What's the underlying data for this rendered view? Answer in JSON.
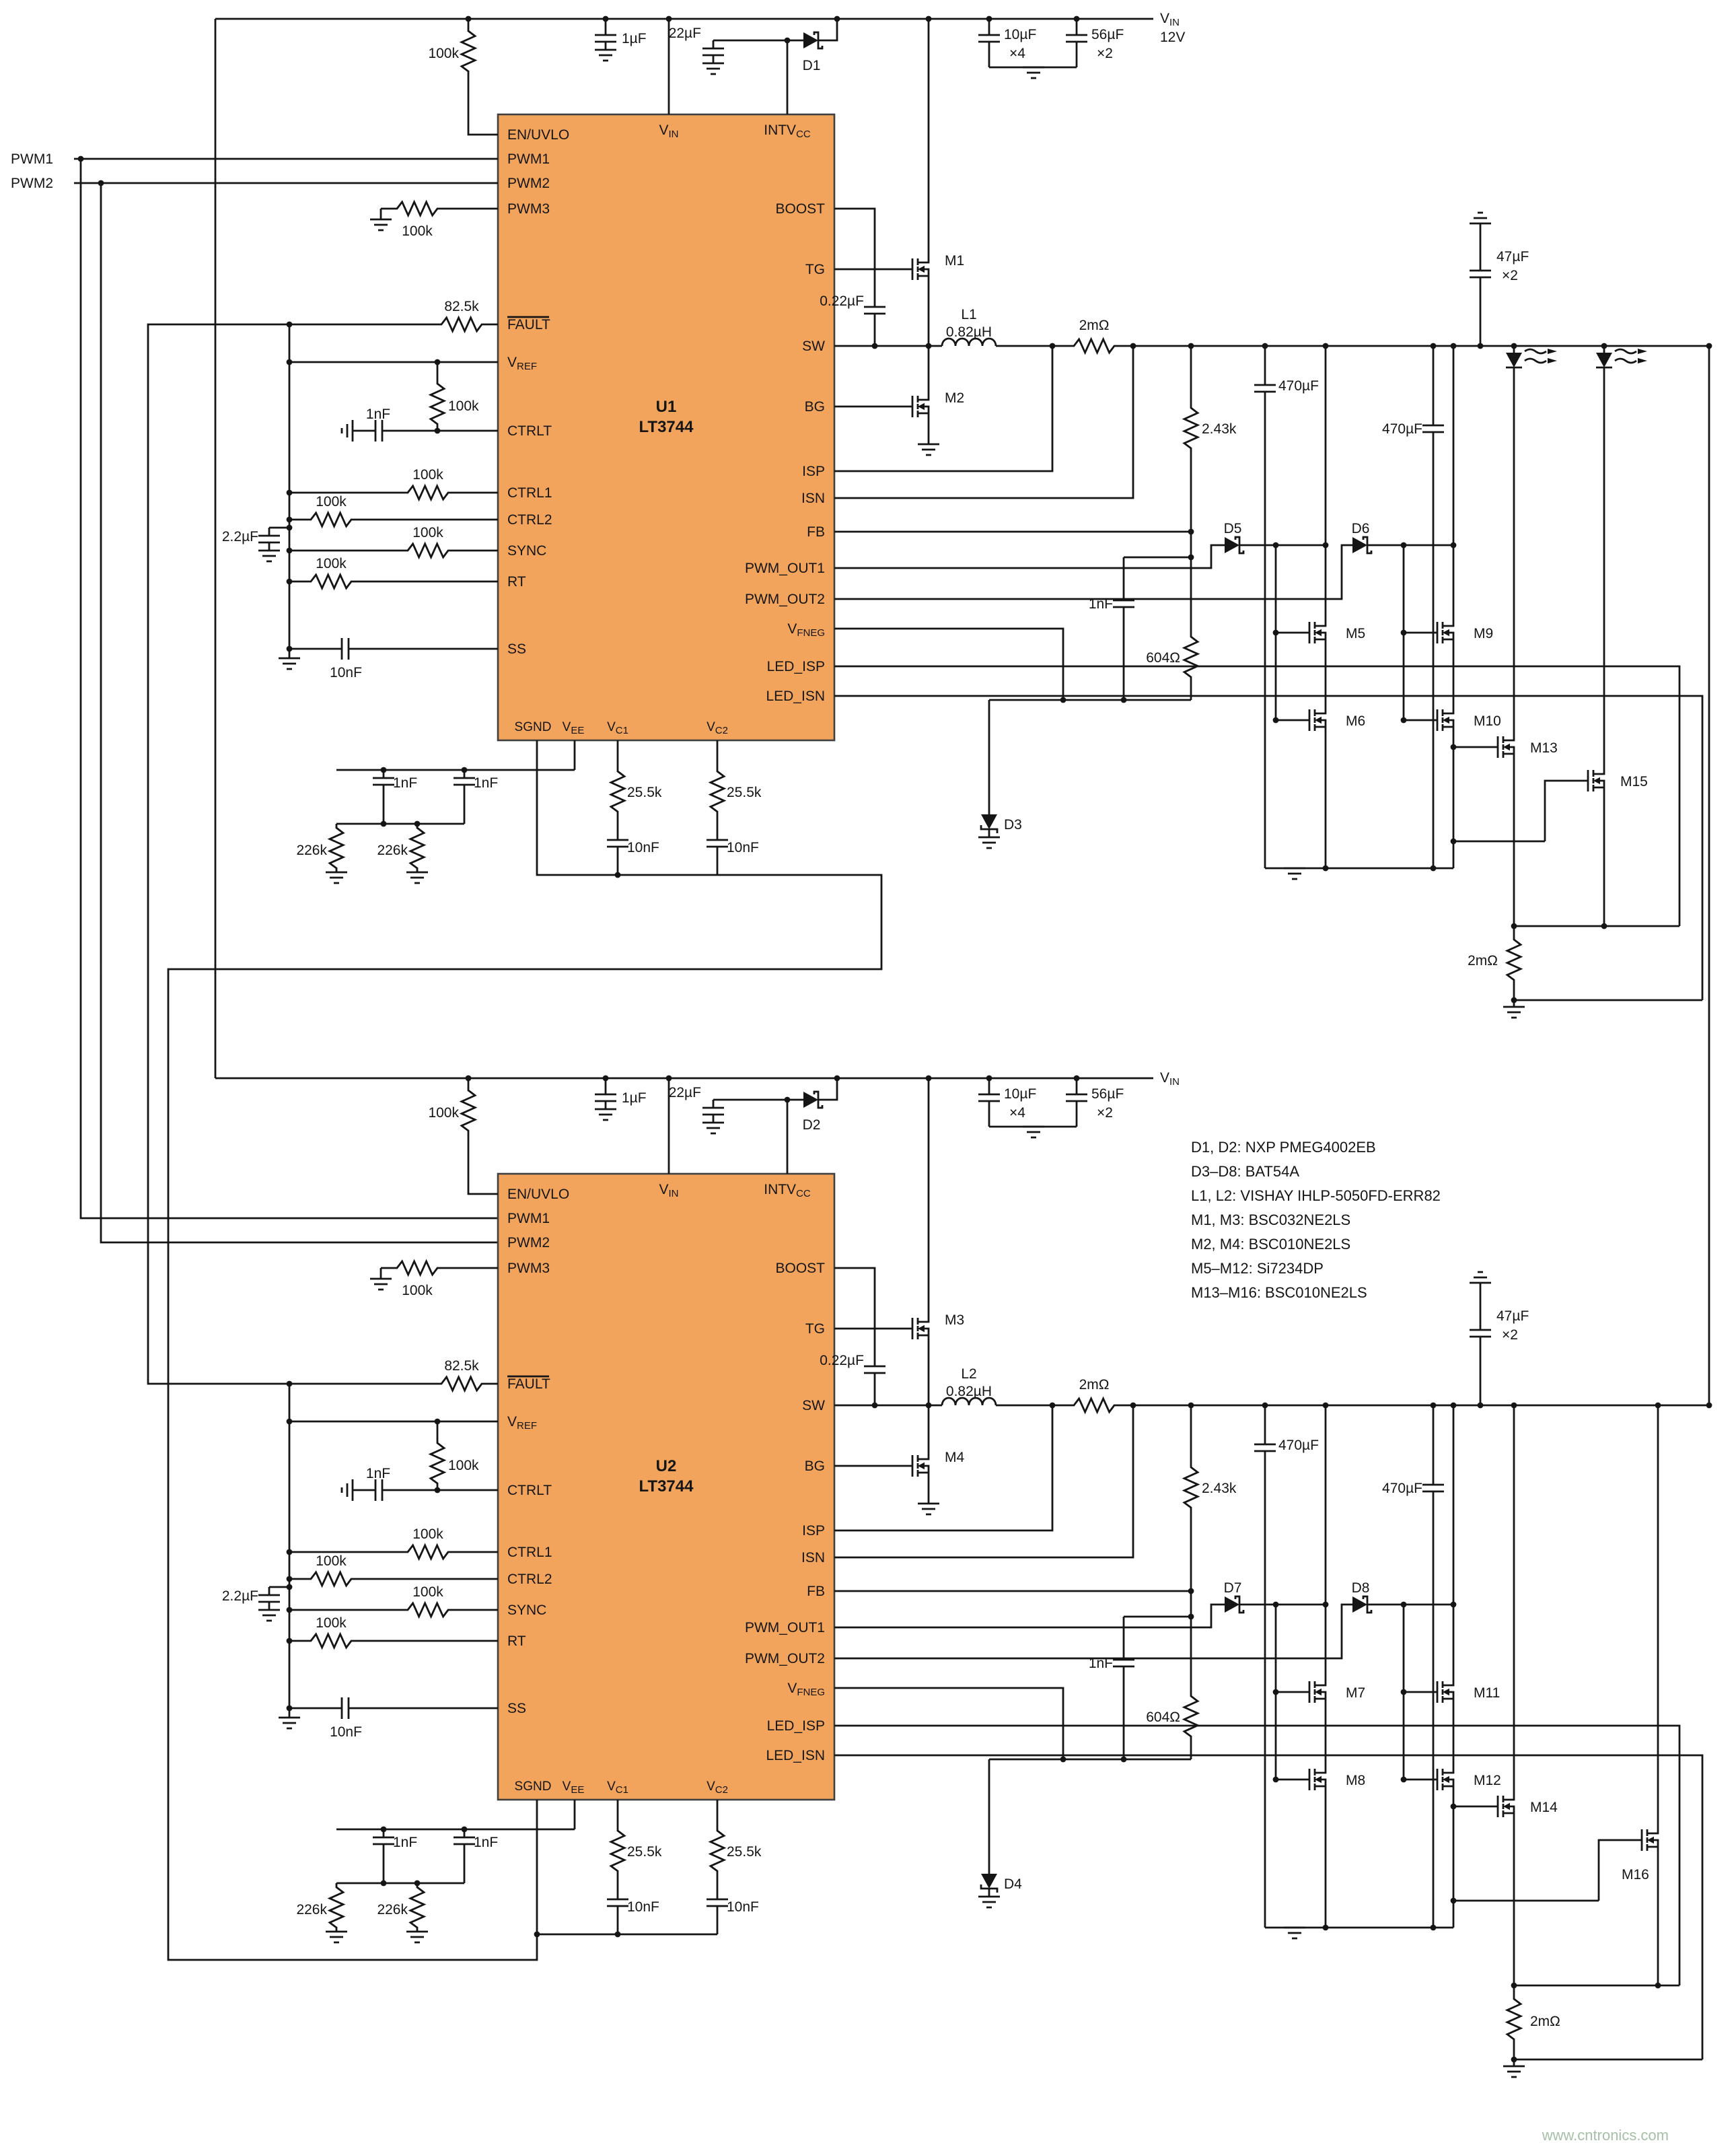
{
  "watermark": "www.cntronics.com",
  "inputs": {
    "pwm1": "PWM1",
    "pwm2": "PWM2"
  },
  "notes": [
    "D1, D2: NXP PMEG4002EB",
    "D3–D8: BAT54A",
    "L1, L2: VISHAY IHLP-5050FD-ERR82",
    "M1, M3: BSC032NE2LS",
    "M2, M4: BSC010NE2LS",
    "M5–M12: Si7234DP",
    "M13–M16: BSC010NE2LS"
  ],
  "circuit1": {
    "ref": "U1",
    "part": "LT3744",
    "pins": {
      "left": [
        {
          "m": "EN/UVLO"
        },
        {
          "m": "PWM1"
        },
        {
          "m": "PWM2"
        },
        {
          "m": "PWM3"
        },
        {
          "m": "FAULT"
        },
        {
          "m": "V",
          "s": "REF"
        },
        {
          "m": "CTRLT"
        },
        {
          "m": "CTRL1"
        },
        {
          "m": "CTRL2"
        },
        {
          "m": "SYNC"
        },
        {
          "m": "RT"
        },
        {
          "m": "SS"
        }
      ],
      "right": [
        {
          "m": "BOOST"
        },
        {
          "m": "TG"
        },
        {
          "m": "SW"
        },
        {
          "m": "BG"
        },
        {
          "m": "ISP"
        },
        {
          "m": "ISN"
        },
        {
          "m": "FB"
        },
        {
          "m": "PWM_OUT1"
        },
        {
          "m": "PWM_OUT2"
        },
        {
          "m": "V",
          "s": "FNEG"
        },
        {
          "m": "LED_ISP"
        },
        {
          "m": "LED_ISN"
        }
      ],
      "top": [
        {
          "m": "V",
          "s": "IN"
        },
        {
          "m": "INTV",
          "s": "CC"
        }
      ],
      "bottom": [
        {
          "m": "SGND"
        },
        {
          "m": "V",
          "s": "EE"
        },
        {
          "m": "V",
          "s": "C1"
        },
        {
          "m": "V",
          "s": "C2"
        }
      ]
    },
    "vin_label": {
      "m": "V",
      "s": "IN"
    },
    "vin_value": "12V",
    "r_pullup": "100k",
    "c_bypass": "1µF",
    "c_intvcc": "22µF",
    "d_rail": "D1",
    "c_in1": "10µF",
    "c_in1_qty": "×4",
    "c_in2": "56µF",
    "c_in2_qty": "×2",
    "r_pwm3": "100k",
    "r_fault": "82.5k",
    "c_ctrlt": "1nF",
    "r_ctrlt": "100k",
    "r_ctrl1": "100k",
    "r_ctrl2": "100k",
    "c_ctrl": "2.2µF",
    "r_sync": "100k",
    "r_rt": "100k",
    "c_ss": "10nF",
    "m_hs": "M1",
    "c_boost": "0.22µF",
    "l_ref": "L1",
    "l_val": "0.82µH",
    "r_sense": "2mΩ",
    "m_ls": "M2",
    "r_fb1": "2.43k",
    "r_fb2": "604Ω",
    "c_fb": "1nF",
    "c_out1": "470µF",
    "c_out2": "470µF",
    "c_out3": "47µF",
    "c_out3_qty": "×2",
    "d_a": "D5",
    "d_b": "D6",
    "m_a1": "M5",
    "m_a2": "M6",
    "m_b1": "M9",
    "m_b2": "M10",
    "m_dim1": "M13",
    "m_dim2": "M15",
    "d_neg": "D3",
    "r_vc1": "25.5k",
    "c_vc1": "10nF",
    "r_vc2": "25.5k",
    "c_vc2": "10nF",
    "c_vee1": "1nF",
    "c_vee2": "1nF",
    "r_vee1": "226k",
    "r_vee2": "226k",
    "r_led": "2mΩ"
  },
  "circuit2": {
    "ref": "U2",
    "part": "LT3744",
    "pins": {
      "left": [
        {
          "m": "EN/UVLO"
        },
        {
          "m": "PWM1"
        },
        {
          "m": "PWM2"
        },
        {
          "m": "PWM3"
        },
        {
          "m": "FAULT"
        },
        {
          "m": "V",
          "s": "REF"
        },
        {
          "m": "CTRLT"
        },
        {
          "m": "CTRL1"
        },
        {
          "m": "CTRL2"
        },
        {
          "m": "SYNC"
        },
        {
          "m": "RT"
        },
        {
          "m": "SS"
        }
      ],
      "right": [
        {
          "m": "BOOST"
        },
        {
          "m": "TG"
        },
        {
          "m": "SW"
        },
        {
          "m": "BG"
        },
        {
          "m": "ISP"
        },
        {
          "m": "ISN"
        },
        {
          "m": "FB"
        },
        {
          "m": "PWM_OUT1"
        },
        {
          "m": "PWM_OUT2"
        },
        {
          "m": "V",
          "s": "FNEG"
        },
        {
          "m": "LED_ISP"
        },
        {
          "m": "LED_ISN"
        }
      ],
      "top": [
        {
          "m": "V",
          "s": "IN"
        },
        {
          "m": "INTV",
          "s": "CC"
        }
      ],
      "bottom": [
        {
          "m": "SGND"
        },
        {
          "m": "V",
          "s": "EE"
        },
        {
          "m": "V",
          "s": "C1"
        },
        {
          "m": "V",
          "s": "C2"
        }
      ]
    },
    "vin_label": {
      "m": "V",
      "s": "IN"
    },
    "r_pullup": "100k",
    "c_bypass": "1µF",
    "c_intvcc": "22µF",
    "d_rail": "D2",
    "c_in1": "10µF",
    "c_in1_qty": "×4",
    "c_in2": "56µF",
    "c_in2_qty": "×2",
    "r_pwm3": "100k",
    "r_fault": "82.5k",
    "c_ctrlt": "1nF",
    "r_ctrlt": "100k",
    "r_ctrl1": "100k",
    "r_ctrl2": "100k",
    "c_ctrl": "2.2µF",
    "r_sync": "100k",
    "r_rt": "100k",
    "c_ss": "10nF",
    "m_hs": "M3",
    "c_boost": "0.22µF",
    "l_ref": "L2",
    "l_val": "0.82µH",
    "r_sense": "2mΩ",
    "m_ls": "M4",
    "r_fb1": "2.43k",
    "r_fb2": "604Ω",
    "c_fb": "1nF",
    "c_out1": "470µF",
    "c_out2": "470µF",
    "c_out3": "47µF",
    "c_out3_qty": "×2",
    "d_a": "D7",
    "d_b": "D8",
    "m_a1": "M7",
    "m_a2": "M8",
    "m_b1": "M11",
    "m_b2": "M12",
    "m_dim1": "M14",
    "m_dim2": "M16",
    "d_neg": "D4",
    "r_vc1": "25.5k",
    "c_vc1": "10nF",
    "r_vc2": "25.5k",
    "c_vc2": "10nF",
    "c_vee1": "1nF",
    "c_vee2": "1nF",
    "r_vee1": "226k",
    "r_vee2": "226k",
    "r_led": "2mΩ"
  }
}
